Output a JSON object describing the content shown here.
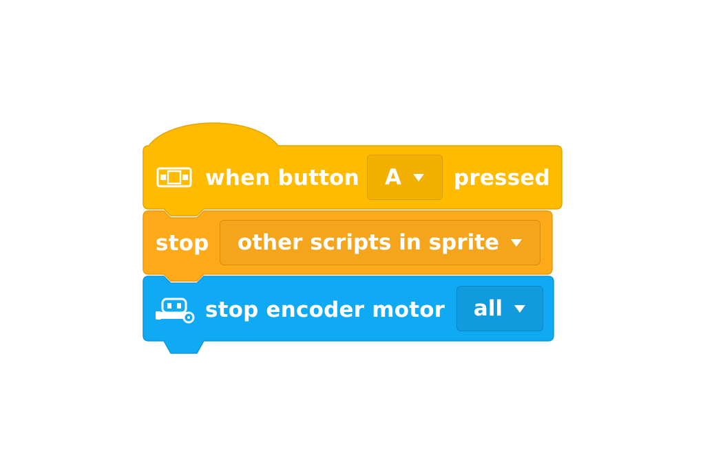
{
  "blocks": [
    {
      "id": "hat",
      "icon": "button-board-icon",
      "label_before": "when button",
      "dropdown_value": "A",
      "label_after": "pressed",
      "color": "#FFBB00"
    },
    {
      "id": "stop",
      "label_before": "stop",
      "dropdown_value": "other scripts in sprite",
      "color": "#FFAB19"
    },
    {
      "id": "motor",
      "icon": "robot-icon",
      "label_before": "stop encoder motor",
      "dropdown_value": "all",
      "color": "#0FA9F4"
    }
  ]
}
